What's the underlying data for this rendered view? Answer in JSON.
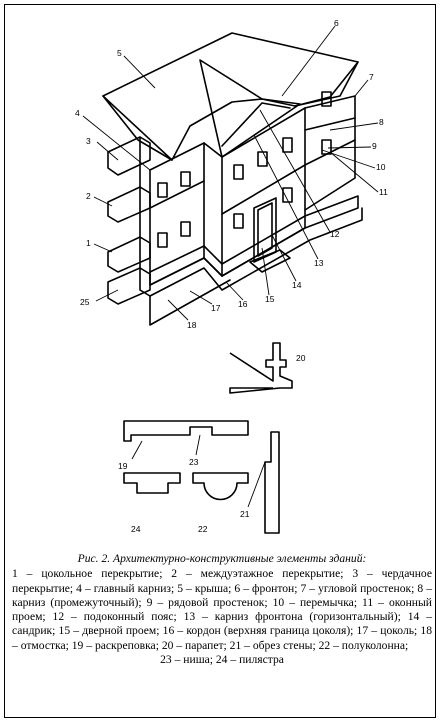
{
  "figure": {
    "labels": [
      "1",
      "2",
      "3",
      "4",
      "5",
      "6",
      "7",
      "8",
      "9",
      "10",
      "11",
      "12",
      "13",
      "14",
      "15",
      "16",
      "17",
      "18",
      "19",
      "20",
      "21",
      "22",
      "23",
      "24",
      "25"
    ],
    "caption_title": "Рис. 2. Архитектурно-конструктивные элементы зданий:",
    "caption_body": "1 – цокольное перекрытие; 2 – междуэтажное перекрытие; 3 – чердачное перекрытие; 4 – главный карниз; 5 – крыша; 6 – фронтон; 7 – угловой простенок; 8 – карниз (промежуточный); 9 – рядовой простенок; 10 – перемычка; 11 – оконный проем; 12 – подоконный пояс; 13 – карниз фронтона (горизонтальный); 14 – сандрик; 15 – дверной проем; 16 – кордон (верхняя граница цоколя); 17 – цоколь; 18 – отмостка; 19 – раскреповка; 20 – парапет; 21 – обрез стены; 22 – полуколонна;",
    "caption_last": "23 – ниша; 24 – пилястра"
  }
}
